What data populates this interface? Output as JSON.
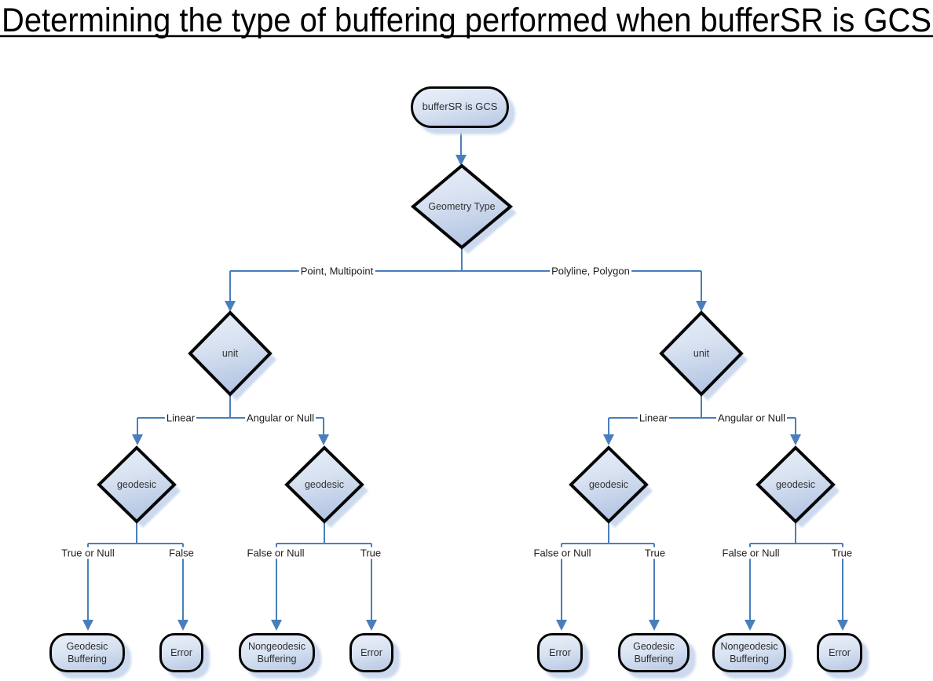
{
  "title": "Determining the type of buffering performed when bufferSR is GCS",
  "nodes": {
    "start": "bufferSR is GCS",
    "geometry_type": "Geometry Type",
    "unit_left": "unit",
    "unit_right": "unit",
    "geodesic_left_linear": "geodesic",
    "geodesic_left_angular": "geodesic",
    "geodesic_right_linear": "geodesic",
    "geodesic_right_angular": "geodesic",
    "terminal_1": "Geodesic Buffering",
    "terminal_2": "Error",
    "terminal_3": "Nongeodesic Buffering",
    "terminal_4": "Error",
    "terminal_5": "Error",
    "terminal_6": "Geodesic Buffering",
    "terminal_7": "Nongeodesic Buffering",
    "terminal_8": "Error"
  },
  "edges": {
    "point_multipoint": "Point, Multipoint",
    "polyline_polygon": "Polyline, Polygon",
    "left_linear": "Linear",
    "left_angular": "Angular or Null",
    "right_linear": "Linear",
    "right_angular": "Angular or Null",
    "left_linear_true": "True or Null",
    "left_linear_false": "False",
    "left_angular_false": "False or Null",
    "left_angular_true": "True",
    "right_linear_false": "False or Null",
    "right_linear_true": "True",
    "right_angular_false": "False or Null",
    "right_angular_true": "True"
  },
  "colors": {
    "connector_blue": "#4a7ebb",
    "shape_fill_light": "#eaf0f9",
    "shape_fill_dark": "#b7c8e4",
    "shape_border": "#060606",
    "shadow": "#ccd9ee",
    "title_text": "#000000"
  }
}
